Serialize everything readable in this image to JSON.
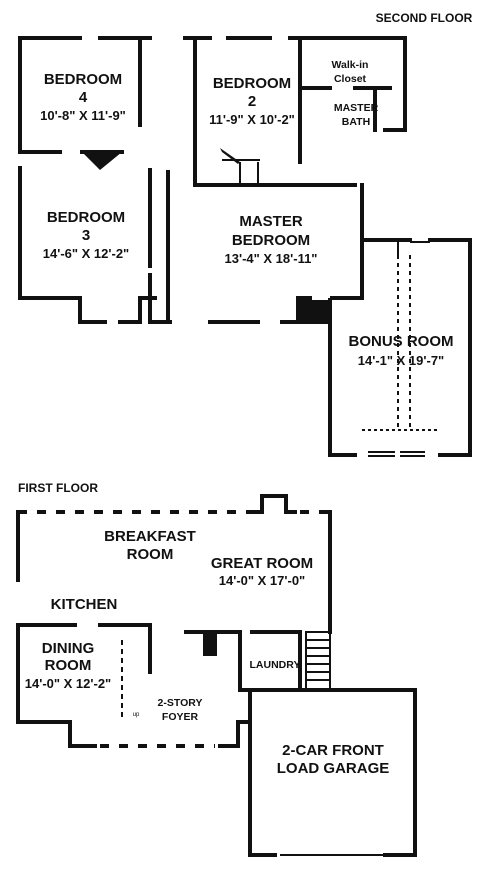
{
  "second_floor": {
    "title": "SECOND FLOOR",
    "bedroom4": {
      "name": "BEDROOM",
      "num": "4",
      "dim": "10'-8\" X 11'-9\""
    },
    "bedroom2": {
      "name": "BEDROOM",
      "num": "2",
      "dim": "11'-9\" X 10'-2\""
    },
    "walkin": {
      "line1": "Walk-in",
      "line2": "Closet"
    },
    "master_bath": {
      "line1": "MASTER",
      "line2": "BATH"
    },
    "bedroom3": {
      "name": "BEDROOM",
      "num": "3",
      "dim": "14'-6\" X 12'-2\""
    },
    "master_bedroom": {
      "line1": "MASTER",
      "line2": "BEDROOM",
      "dim": "13'-4\" X 18'-11\""
    },
    "bonus_room": {
      "name": "BONUS ROOM",
      "dim": "14'-1\" X 19'-7\""
    }
  },
  "first_floor": {
    "title": "FIRST FLOOR",
    "breakfast": {
      "line1": "BREAKFAST",
      "line2": "ROOM"
    },
    "great_room": {
      "name": "GREAT ROOM",
      "dim": "14'-0\" X 17'-0\""
    },
    "kitchen": {
      "name": "KITCHEN"
    },
    "dining": {
      "line1": "DINING",
      "line2": "ROOM",
      "dim": "14'-0\" X 12'-2\""
    },
    "laundry": {
      "name": "LAUNDRY"
    },
    "foyer": {
      "line1": "2-STORY",
      "line2": "FOYER"
    },
    "up_mark": "up",
    "garage": {
      "line1": "2-CAR FRONT",
      "line2": "LOAD GARAGE"
    }
  }
}
